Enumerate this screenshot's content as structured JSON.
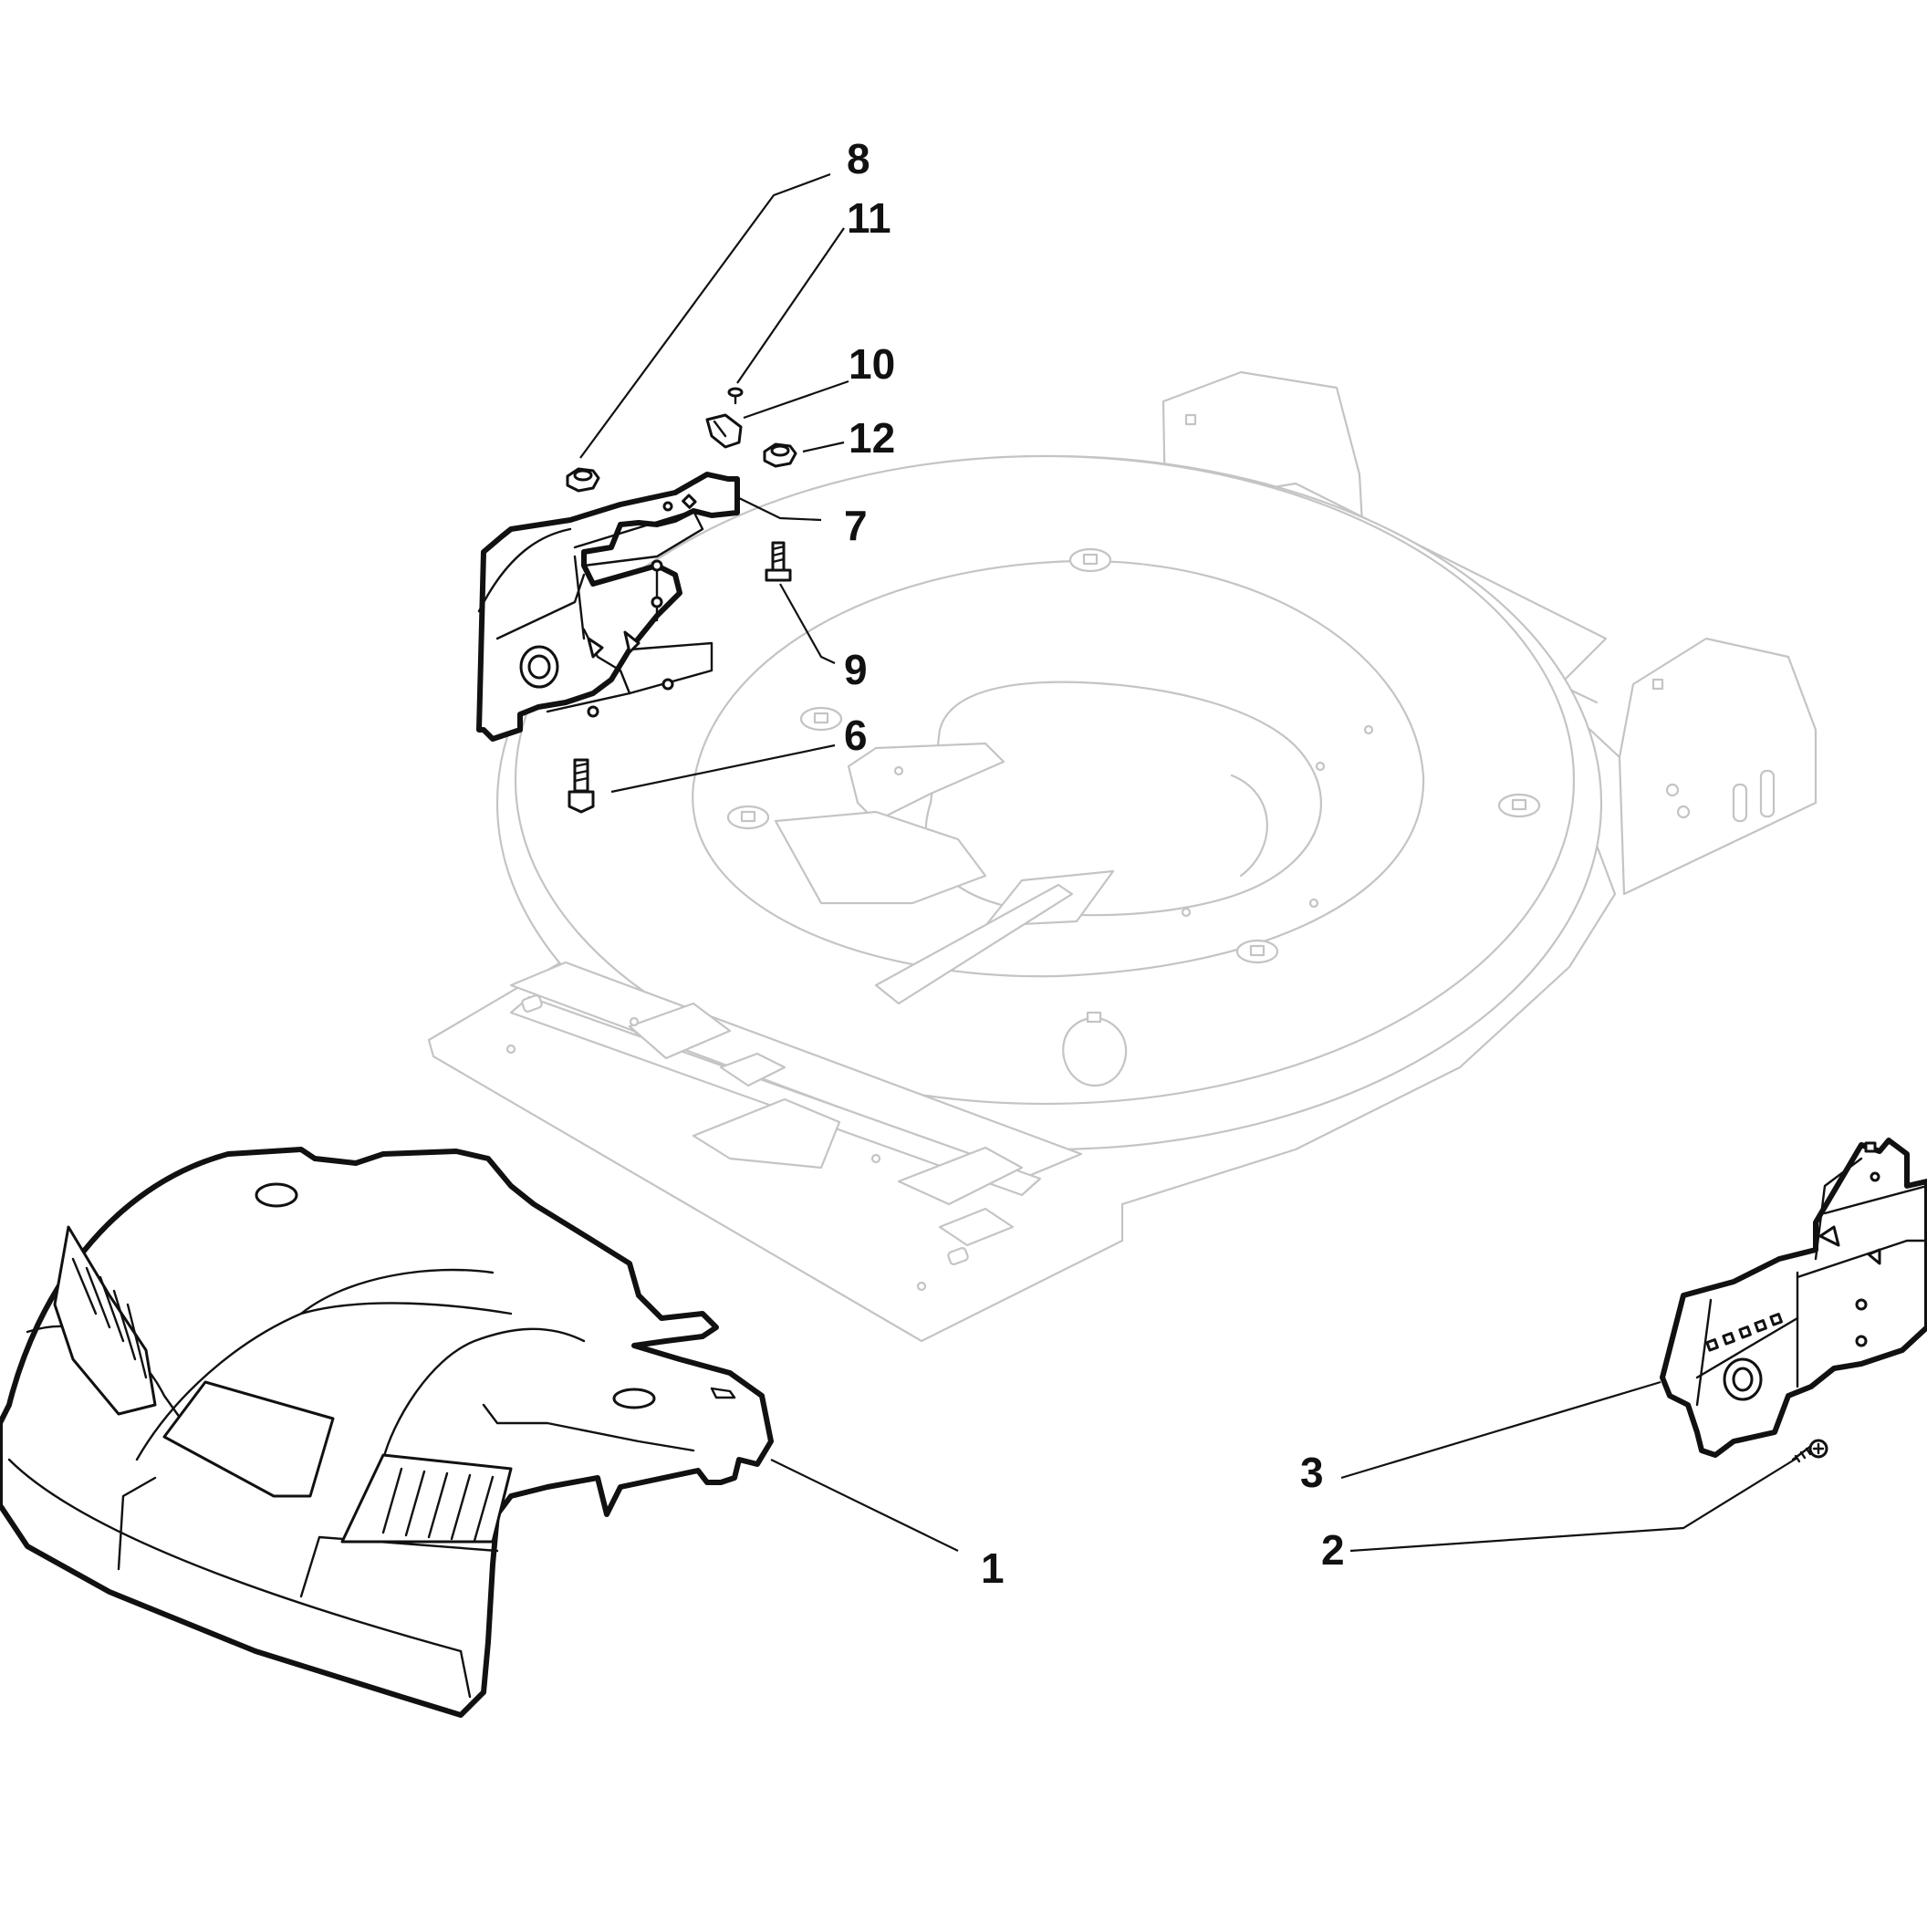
{
  "diagram": {
    "callouts": [
      {
        "id": "1",
        "label": "1"
      },
      {
        "id": "2",
        "label": "2"
      },
      {
        "id": "3",
        "label": "3"
      },
      {
        "id": "6",
        "label": "6"
      },
      {
        "id": "7",
        "label": "7"
      },
      {
        "id": "8",
        "label": "8"
      },
      {
        "id": "9",
        "label": "9"
      },
      {
        "id": "10",
        "label": "10"
      },
      {
        "id": "11",
        "label": "11"
      },
      {
        "id": "12",
        "label": "12"
      }
    ],
    "colors": {
      "part_outline": "#111111",
      "ghost_outline": "#c4c4c4",
      "background": "#ffffff"
    }
  }
}
